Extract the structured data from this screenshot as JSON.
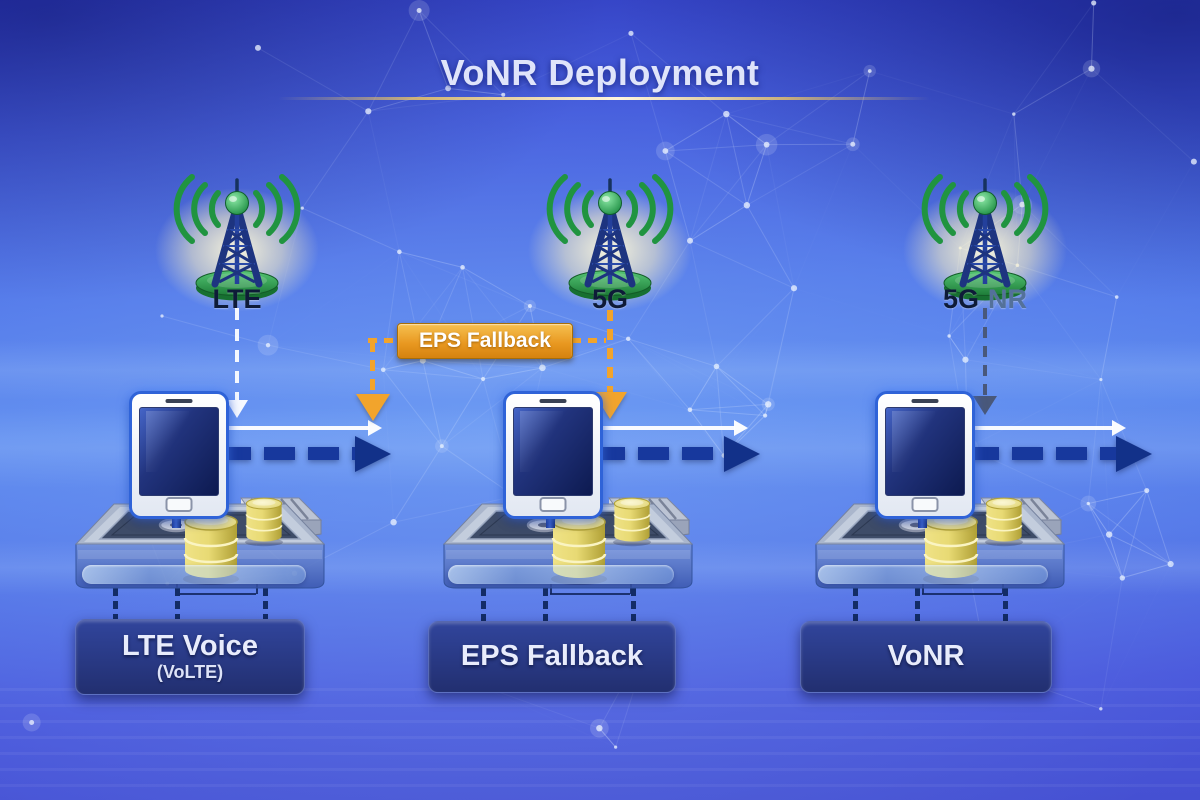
{
  "title": "VoNR Deployment",
  "fallback_badge": {
    "label": "EPS Fallback"
  },
  "columns": [
    {
      "tower_label": "LTE",
      "tower_label_suffix": "",
      "box_title": "LTE Voice",
      "box_subtitle": "(VoLTE)"
    },
    {
      "tower_label": "5G",
      "tower_label_suffix": "",
      "box_title": "EPS Fallback",
      "box_subtitle": ""
    },
    {
      "tower_label": "5G",
      "tower_label_suffix": "NR",
      "box_title": "VoNR",
      "box_subtitle": ""
    }
  ],
  "icons": {
    "cell_tower": "cell-tower-icon",
    "smartphone": "smartphone-icon",
    "database": "database-icon",
    "server": "server-icon",
    "down_arrow": "down-arrow-icon",
    "flow_arrow": "flow-arrow-icon"
  },
  "colors": {
    "accent_orange": "#f2a42c",
    "flow_navy": "#17389d",
    "flow_white": "#ffffff",
    "slate_dash": "#49587a",
    "tower_green": "#209440",
    "tower_navy": "#1d3480",
    "tower_label_dark": "#0e1b38",
    "tower_label_nr": "#54719a",
    "box_background": "#28398c",
    "box_text": "#e8ecfc",
    "title_text": "#dfe4fa",
    "underline_gold": "#e9c466",
    "background_blue": "#4468e2"
  }
}
